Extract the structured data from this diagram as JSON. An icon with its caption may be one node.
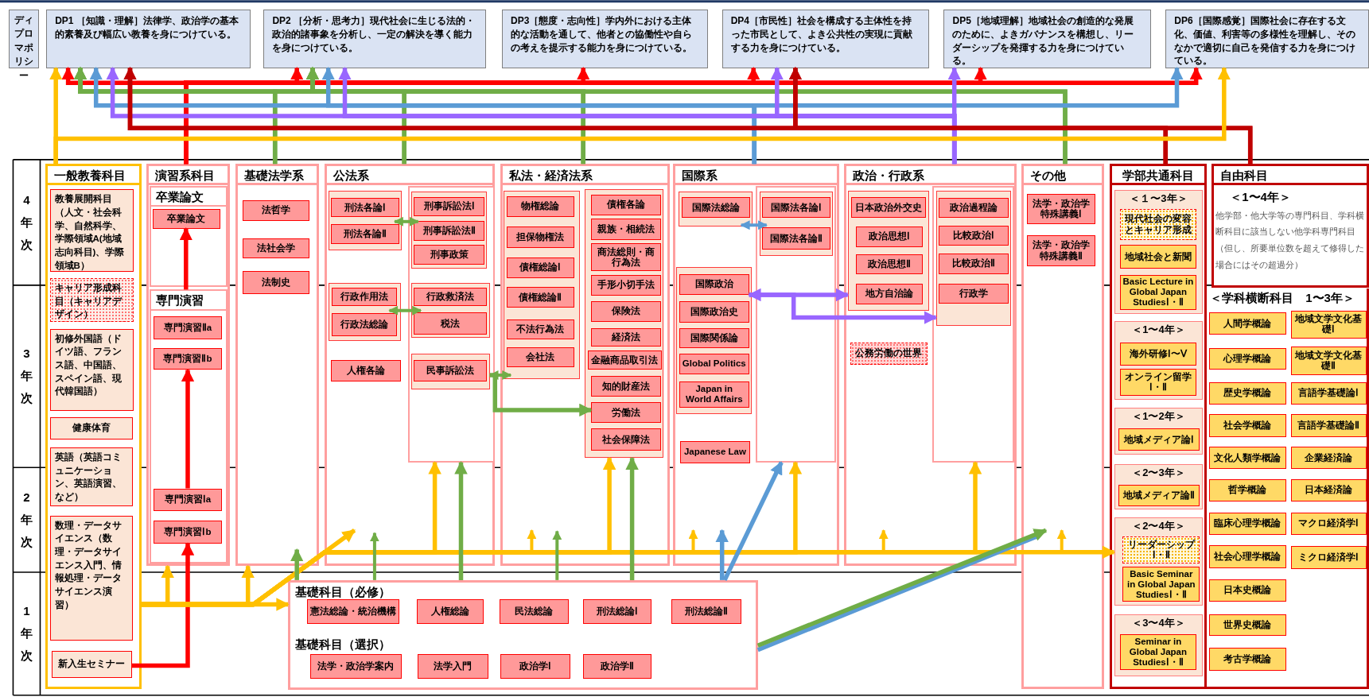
{
  "diagram": {
    "nodes": [
      {
        "text": [
          "ディプロマポリシー"
        ]
      },
      {
        "text": [
          "DP1 ［知識・理解］法律学、政治学の基本的素養及び幅広い教養を身につけている。"
        ]
      },
      {
        "text": [
          "DP2 ［分析・思考力］現代社会に生じる法的・政治的諸事象を分析し、一定の解決を導く能力を身につけている。"
        ]
      },
      {
        "text": [
          "DP3［態度・志向性］学内外における主体的な活動を通して、他者との協働性や自らの考えを提示する能力を身につけている。"
        ]
      },
      {
        "text": [
          "DP4［市民性］社会を構成する主体性を持った市民として、よき公共性の実現に貢献する力を身につけている。"
        ]
      },
      {
        "text": [
          "DP5［地域理解］地域社会の創造的な発展のために、よきガバナンスを構想し、リーダーシップを発揮する力を身につけている。"
        ]
      },
      {
        "text": [
          "DP6［国際感覚］国際社会に存在する文化、価値、利害等の多様性を理解し、そのなかで適切に自己を発信する力を身につけている。"
        ]
      },
      {
        "text": [
          "一般教養科目"
        ]
      },
      {
        "text": [
          "教養展開科目（人文・社会科学、自然科学、学際領域A(地域志向科目)、学際領域B）"
        ],
        "in": 7
      },
      {
        "text": [
          "キャリア形成科目（キャリアデザイン）"
        ],
        "in": 7
      },
      {
        "text": [
          "初修外国語（ドイツ語、フランス語、中国語、スペイン語、現代韓国語）"
        ],
        "in": 7
      },
      {
        "text": [
          "健康体育"
        ],
        "in": 7
      },
      {
        "text": [
          "英語（英語コミュニケーション、英語演習、など）"
        ],
        "in": 7
      },
      {
        "text": [
          "数理・データサイエンス（数理・データサイエンス入門、情報処理・データサイエンス演習）"
        ],
        "in": 7
      },
      {
        "text": [
          "新入生セミナー"
        ],
        "in": 7
      },
      {
        "text": [
          "演習系科目"
        ]
      },
      {
        "text": [
          "卒業論文"
        ],
        "in": 15
      },
      {
        "text": [
          "卒業論文"
        ],
        "in": 16
      },
      {
        "text": [
          "専門演習"
        ],
        "in": 15
      },
      {
        "text": [
          "専門演習Ⅱa"
        ],
        "in": 18
      },
      {
        "text": [
          "専門演習Ⅱb"
        ],
        "in": 18
      },
      {
        "text": [
          "専門演習Ⅰa"
        ],
        "in": 18
      },
      {
        "text": [
          "専門演習Ⅰb"
        ],
        "in": 18
      },
      {
        "text": [
          "基礎法学系"
        ]
      },
      {
        "text": [
          "法哲学"
        ],
        "in": 23
      },
      {
        "text": [
          "法社会学"
        ],
        "in": 23
      },
      {
        "text": [
          "法制史"
        ],
        "in": 23
      },
      {
        "text": [
          "公法系"
        ]
      },
      {
        "text": [],
        "shape": "box",
        "in": 27
      },
      {
        "text": [
          "刑法各論Ⅰ"
        ],
        "in": 28
      },
      {
        "text": [
          "刑法各論Ⅱ"
        ],
        "in": 28
      },
      {
        "text": [],
        "shape": "box",
        "in": 27
      },
      {
        "text": [],
        "shape": "box",
        "in": 31
      },
      {
        "text": [
          "刑事訴訟法Ⅰ"
        ],
        "in": 32
      },
      {
        "text": [
          "刑事訴訟法Ⅱ"
        ],
        "in": 32
      },
      {
        "text": [
          "刑事政策"
        ],
        "in": 32
      },
      {
        "text": [],
        "shape": "box",
        "in": 27
      },
      {
        "text": [
          "行政作用法"
        ],
        "in": 36
      },
      {
        "text": [
          "行政法総論"
        ],
        "in": 36
      },
      {
        "text": [],
        "shape": "box",
        "in": 31
      },
      {
        "text": [
          "行政救済法"
        ],
        "in": 39
      },
      {
        "text": [
          "税法"
        ],
        "in": 39
      },
      {
        "text": [
          "人権各論"
        ],
        "in": 27
      },
      {
        "text": [],
        "shape": "box",
        "in": 31
      },
      {
        "text": [
          "民事訴訟法"
        ],
        "in": 43
      },
      {
        "text": [
          "私法・経済法系"
        ]
      },
      {
        "text": [],
        "shape": "box",
        "in": 45
      },
      {
        "text": [
          "物権総論"
        ],
        "in": 46
      },
      {
        "text": [
          "担保物権法"
        ],
        "in": 46
      },
      {
        "text": [
          "債権総論Ⅰ"
        ],
        "in": 46
      },
      {
        "text": [
          "債権総論Ⅱ"
        ],
        "in": 46
      },
      {
        "text": [
          "不法行為法"
        ],
        "in": 46
      },
      {
        "text": [
          "会社法"
        ],
        "in": 46
      },
      {
        "text": [],
        "shape": "box",
        "in": 45
      },
      {
        "text": [
          "債権各論"
        ],
        "in": 53
      },
      {
        "text": [
          "親族・相続法"
        ],
        "in": 53
      },
      {
        "text": [
          "商法総則・商行為法"
        ],
        "in": 53
      },
      {
        "text": [
          "手形小切手法"
        ],
        "in": 53
      },
      {
        "text": [
          "保険法"
        ],
        "in": 53
      },
      {
        "text": [
          "経済法"
        ],
        "in": 53
      },
      {
        "text": [
          "金融商品取引法"
        ],
        "in": 53
      },
      {
        "text": [
          "知的財産法"
        ],
        "in": 53
      },
      {
        "text": [
          "労働法"
        ],
        "in": 53
      },
      {
        "text": [
          "社会保障法"
        ],
        "in": 53
      },
      {
        "text": [
          "国際系"
        ]
      },
      {
        "text": [],
        "shape": "box",
        "in": 64
      },
      {
        "text": [
          "国際法総論"
        ],
        "in": 65
      },
      {
        "text": [],
        "shape": "box",
        "in": 64
      },
      {
        "text": [],
        "shape": "box",
        "in": 67
      },
      {
        "text": [
          "国際法各論Ⅰ"
        ],
        "in": 68
      },
      {
        "text": [
          "国際法各論Ⅱ"
        ],
        "in": 68
      },
      {
        "text": [],
        "shape": "box",
        "in": 64
      },
      {
        "text": [
          "国際政治"
        ],
        "in": 71
      },
      {
        "text": [
          "国際政治史"
        ],
        "in": 71
      },
      {
        "text": [
          "国際関係論"
        ],
        "in": 71
      },
      {
        "text": [
          "Global Politics"
        ],
        "in": 71
      },
      {
        "text": [
          "Japan in World Affairs"
        ],
        "in": 71
      },
      {
        "text": [
          "Japanese Law"
        ],
        "in": 64
      },
      {
        "text": [
          "政治・行政系"
        ]
      },
      {
        "text": [],
        "shape": "box",
        "in": 78
      },
      {
        "text": [
          "日本政治外交史"
        ],
        "in": 79
      },
      {
        "text": [
          "政治思想Ⅰ"
        ],
        "in": 79
      },
      {
        "text": [
          "政治思想Ⅱ"
        ],
        "in": 79
      },
      {
        "text": [
          "地方自治論"
        ],
        "in": 79
      },
      {
        "text": [
          "公務労働の世界"
        ],
        "in": 78
      },
      {
        "text": [],
        "shape": "box",
        "in": 78
      },
      {
        "text": [],
        "shape": "box",
        "in": 85
      },
      {
        "text": [
          "政治過程論"
        ],
        "in": 86
      },
      {
        "text": [
          "比較政治Ⅰ"
        ],
        "in": 86
      },
      {
        "text": [
          "比較政治Ⅱ"
        ],
        "in": 86
      },
      {
        "text": [
          "行政学"
        ],
        "in": 86
      },
      {
        "text": [
          "その他"
        ]
      },
      {
        "text": [
          "法学・政治学特殊講義Ⅰ"
        ],
        "in": 91
      },
      {
        "text": [
          "法学・政治学特殊講義Ⅱ"
        ],
        "in": 91
      },
      {
        "text": [
          "学部共通科目"
        ]
      },
      {
        "text": [
          "＜１〜3年＞"
        ],
        "in": 94
      },
      {
        "text": [
          "現代社会の変容とキャリア形成"
        ],
        "in": 95
      },
      {
        "text": [
          "地域社会と新聞"
        ],
        "in": 95
      },
      {
        "text": [
          "Basic Lecture in Global Japan StudiesⅠ・Ⅱ"
        ],
        "in": 95
      },
      {
        "text": [
          "＜1〜4年＞"
        ],
        "in": 94
      },
      {
        "text": [
          "海外研修Ⅰ〜Ⅴ"
        ],
        "in": 99
      },
      {
        "text": [
          "オンライン留学Ⅰ・Ⅱ"
        ],
        "in": 99
      },
      {
        "text": [
          "＜1〜2年＞"
        ],
        "in": 94
      },
      {
        "text": [
          "地域メディア論Ⅰ"
        ],
        "in": 102
      },
      {
        "text": [
          "＜2〜3年＞"
        ],
        "in": 94
      },
      {
        "text": [
          "地域メディア論Ⅱ"
        ],
        "in": 104
      },
      {
        "text": [
          "＜2〜4年＞"
        ],
        "in": 94
      },
      {
        "text": [
          "リーダーシップⅠ・Ⅱ"
        ],
        "in": 106
      },
      {
        "text": [
          "Basic Seminar in Global Japan StudiesⅠ・Ⅱ"
        ],
        "in": 106
      },
      {
        "text": [
          "＜3〜4年＞"
        ],
        "in": 94
      },
      {
        "text": [
          "Seminar in Global Japan StudiesⅠ・Ⅱ"
        ],
        "in": 109
      },
      {
        "text": [
          "自由科目",
          "＜1〜4年＞",
          "他学部・他大学等の専門科目、学科横断科目に該当しない他学科専門科目（但し、所要単位数を超えて修得した場合にはその超過分）"
        ]
      },
      {
        "text": [
          "＜学科横断科目　1〜3年＞"
        ]
      },
      {
        "text": [
          "人間学概論"
        ],
        "in": 112
      },
      {
        "text": [
          "地域文学文化基礎Ⅰ"
        ],
        "in": 112
      },
      {
        "text": [
          "心理学概論"
        ],
        "in": 112
      },
      {
        "text": [
          "地域文学文化基礎Ⅱ"
        ],
        "in": 112
      },
      {
        "text": [
          "歴史学概論"
        ],
        "in": 112
      },
      {
        "text": [
          "言語学基礎論Ⅰ"
        ],
        "in": 112
      },
      {
        "text": [
          "社会学概論"
        ],
        "in": 112
      },
      {
        "text": [
          "言語学基礎論Ⅱ"
        ],
        "in": 112
      },
      {
        "text": [
          "文化人類学概論"
        ],
        "in": 112
      },
      {
        "text": [
          "企業経済論"
        ],
        "in": 112
      },
      {
        "text": [
          "哲学概論"
        ],
        "in": 112
      },
      {
        "text": [
          "日本経済論"
        ],
        "in": 112
      },
      {
        "text": [
          "臨床心理学概論"
        ],
        "in": 112
      },
      {
        "text": [
          "マクロ経済学Ⅰ"
        ],
        "in": 112
      },
      {
        "text": [
          "社会心理学概論"
        ],
        "in": 112
      },
      {
        "text": [
          "ミクロ経済学Ⅰ"
        ],
        "in": 112
      },
      {
        "text": [
          "日本史概論"
        ],
        "in": 112
      },
      {
        "text": [
          "世界史概論"
        ],
        "in": 112
      },
      {
        "text": [
          "考古学概論"
        ],
        "in": 112
      },
      {
        "text": [
          "基礎科目（必修）",
          "基礎科目（選択）"
        ]
      },
      {
        "text": [
          "憲法総論・統治機構"
        ],
        "in": 132
      },
      {
        "text": [
          "人権総論"
        ],
        "in": 132
      },
      {
        "text": [
          "民法総論"
        ],
        "in": 132
      },
      {
        "text": [
          "刑法総論Ⅰ"
        ],
        "in": 132
      },
      {
        "text": [
          "刑法総論Ⅱ"
        ],
        "in": 132
      },
      {
        "text": [
          "法学・政治学案内"
        ],
        "in": 132
      },
      {
        "text": [
          "法学入門"
        ],
        "in": 132
      },
      {
        "text": [
          "政治学Ⅰ"
        ],
        "in": 132
      },
      {
        "text": [
          "政治学Ⅱ"
        ],
        "in": 132
      }
    ],
    "edges": [
      {
        "from": 15,
        "to": 1,
        "arrow": "to",
        "color": "#ff0000"
      },
      {
        "from": 15,
        "to": 2,
        "arrow": "to",
        "color": "#ff0000"
      },
      {
        "from": 15,
        "to": 3,
        "arrow": "to",
        "color": "#ff0000"
      },
      {
        "from": 15,
        "to": 4,
        "arrow": "to",
        "color": "#ff0000"
      },
      {
        "from": 15,
        "to": 5,
        "arrow": "to",
        "color": "#ff0000"
      },
      {
        "from": 15,
        "to": 6,
        "arrow": "to",
        "color": "#ff0000"
      },
      {
        "from": 23,
        "to": 1,
        "arrow": "to",
        "color": "#70ad47"
      },
      {
        "from": 23,
        "to": 2,
        "arrow": "to",
        "color": "#70ad47"
      },
      {
        "from": 27,
        "to": 1,
        "arrow": "to",
        "color": "#70ad47"
      },
      {
        "from": 27,
        "to": 2,
        "arrow": "to",
        "color": "#70ad47"
      },
      {
        "from": 45,
        "to": 1,
        "arrow": "to",
        "color": "#70ad47"
      },
      {
        "from": 45,
        "to": 2,
        "arrow": "to",
        "color": "#70ad47"
      },
      {
        "from": 91,
        "to": 1,
        "arrow": "to",
        "color": "#70ad47"
      },
      {
        "from": 91,
        "to": 2,
        "arrow": "to",
        "color": "#70ad47"
      },
      {
        "from": 64,
        "to": 1,
        "arrow": "to",
        "color": "#5b9bd5"
      },
      {
        "from": 64,
        "to": 2,
        "arrow": "to",
        "color": "#5b9bd5"
      },
      {
        "from": 64,
        "to": 6,
        "arrow": "to",
        "color": "#5b9bd5"
      },
      {
        "from": 78,
        "to": 1,
        "arrow": "to",
        "color": "#9966ff"
      },
      {
        "from": 78,
        "to": 2,
        "arrow": "to",
        "color": "#9966ff"
      },
      {
        "from": 78,
        "to": 4,
        "arrow": "to",
        "color": "#9966ff"
      },
      {
        "from": 78,
        "to": 5,
        "arrow": "to",
        "color": "#9966ff"
      },
      {
        "from": 94,
        "to": 1,
        "arrow": "to",
        "color": "#c00000"
      },
      {
        "from": 94,
        "to": 4,
        "arrow": "to",
        "color": "#c00000"
      },
      {
        "from": 111,
        "to": 1,
        "arrow": "to",
        "color": "#c00000"
      },
      {
        "from": 111,
        "to": 4,
        "arrow": "to",
        "color": "#c00000"
      },
      {
        "from": 7,
        "to": 1,
        "arrow": "to",
        "color": "#ffc000"
      },
      {
        "from": 7,
        "to": 6,
        "arrow": "to",
        "color": "#ffc000"
      },
      {
        "from": 18,
        "to": 17,
        "arrow": "to",
        "color": "#ff0000"
      },
      {
        "from": 21,
        "to": 20,
        "arrow": "to",
        "color": "#ff0000"
      },
      {
        "from": 14,
        "to": 22,
        "arrow": "to",
        "color": "#ff0000"
      },
      {
        "from": 28,
        "to": 32,
        "arrow": "both",
        "color": "#70ad47"
      },
      {
        "from": 36,
        "to": 39,
        "arrow": "both",
        "color": "#70ad47"
      },
      {
        "from": 43,
        "to": 46,
        "arrow": "both",
        "color": "#70ad47"
      },
      {
        "from": 43,
        "to": 62,
        "arrow": "to",
        "color": "#70ad47"
      },
      {
        "from": 65,
        "to": 68,
        "arrow": "both",
        "color": "#5b9bd5"
      },
      {
        "from": 72,
        "to": 79,
        "arrow": "both",
        "color": "#9966ff"
      },
      {
        "from": 72,
        "to": 86,
        "arrow": "to",
        "color": "#9966ff"
      },
      {
        "from": 7,
        "to": 132,
        "arrow": "to",
        "color": "#ffc000"
      },
      {
        "from": 7,
        "to": 15,
        "arrow": "to",
        "color": "#ffc000"
      },
      {
        "from": 7,
        "to": 23,
        "arrow": "to",
        "color": "#ffc000"
      },
      {
        "from": 7,
        "to": 27,
        "arrow": "to",
        "color": "#ffc000"
      },
      {
        "from": 7,
        "to": 31,
        "arrow": "to",
        "color": "#ffc000"
      },
      {
        "from": 7,
        "to": 45,
        "arrow": "to",
        "color": "#ffc000"
      },
      {
        "from": 7,
        "to": 53,
        "arrow": "to",
        "color": "#ffc000"
      },
      {
        "from": 7,
        "to": 64,
        "arrow": "to",
        "color": "#ffc000"
      },
      {
        "from": 7,
        "to": 67,
        "arrow": "to",
        "color": "#ffc000"
      },
      {
        "from": 7,
        "to": 78,
        "arrow": "to",
        "color": "#ffc000"
      },
      {
        "from": 7,
        "to": 85,
        "arrow": "to",
        "color": "#ffc000"
      },
      {
        "from": 7,
        "to": 91,
        "arrow": "to",
        "color": "#ffc000"
      },
      {
        "from": 7,
        "to": 106,
        "arrow": "to",
        "color": "#ffc000"
      },
      {
        "from": 132,
        "to": 23,
        "arrow": "to",
        "color": "#70ad47"
      },
      {
        "from": 132,
        "to": 27,
        "arrow": "to",
        "color": "#70ad47"
      },
      {
        "from": 132,
        "to": 31,
        "arrow": "to",
        "color": "#70ad47"
      },
      {
        "from": 132,
        "to": 45,
        "arrow": "to",
        "color": "#70ad47"
      },
      {
        "from": 132,
        "to": 53,
        "arrow": "to",
        "color": "#70ad47"
      },
      {
        "from": 132,
        "to": 64,
        "arrow": "to",
        "color": "#5b9bd5"
      },
      {
        "from": 132,
        "to": 67,
        "arrow": "to",
        "color": "#5b9bd5"
      },
      {
        "from": 132,
        "to": 91,
        "arrow": "none",
        "color": "#5b9bd5"
      },
      {
        "from": 132,
        "to": 91,
        "arrow": "to",
        "color": "#70ad47"
      }
    ],
    "labels": [
      "4年次",
      "3年次",
      "2年次",
      "1年次"
    ]
  }
}
